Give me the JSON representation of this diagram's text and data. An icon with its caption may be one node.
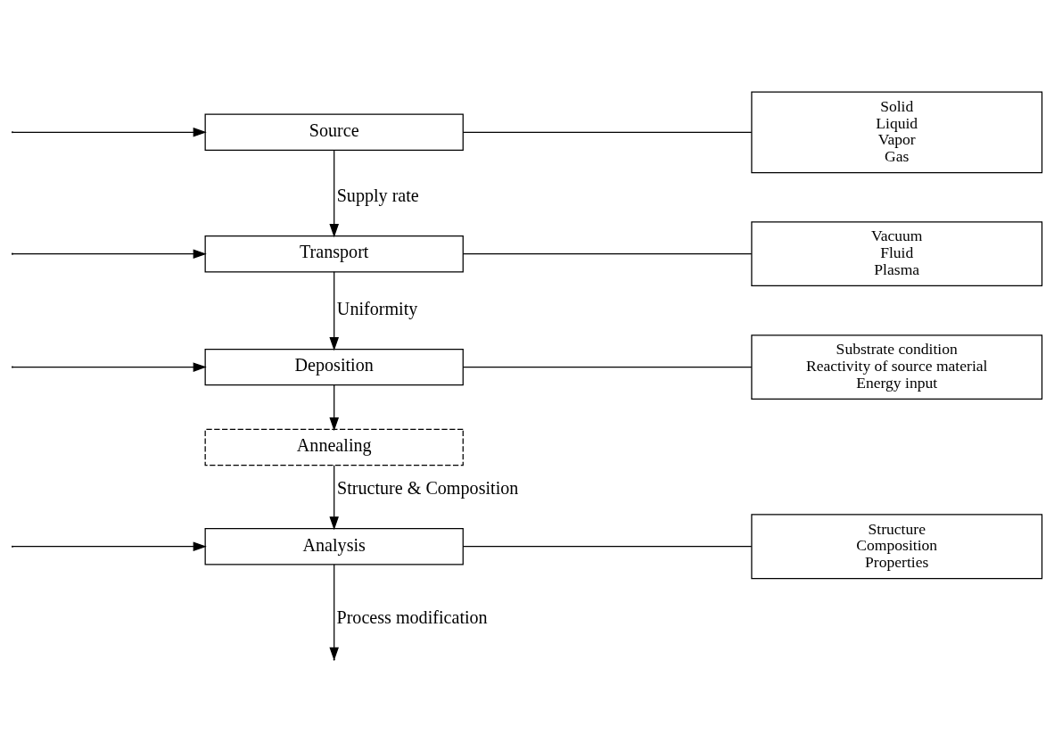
{
  "diagram": {
    "nodes": [
      {
        "text": [
          "Source"
        ]
      },
      {
        "text": [
          "Solid",
          "Liquid",
          "Vapor",
          "Gas"
        ]
      },
      {
        "text": [
          "Transport"
        ]
      },
      {
        "text": [
          "Vacuum",
          "Fluid",
          "Plasma"
        ]
      },
      {
        "text": [
          "Deposition"
        ]
      },
      {
        "text": [
          "Substrate condition",
          "Reactivity of source material",
          "Energy input"
        ]
      },
      {
        "text": [
          "Annealing"
        ]
      },
      {
        "text": [
          "Analysis"
        ]
      },
      {
        "text": [
          "Structure",
          "Composition",
          "Properties"
        ]
      }
    ],
    "edges": [
      {
        "from": null,
        "to": 0,
        "arrow": "to"
      },
      {
        "from": null,
        "to": 2,
        "arrow": "to"
      },
      {
        "from": null,
        "to": 4,
        "arrow": "to"
      },
      {
        "from": null,
        "to": 7,
        "arrow": "to"
      },
      {
        "from": 0,
        "to": 2,
        "arrow": "to",
        "label": "Supply rate"
      },
      {
        "from": 2,
        "to": 4,
        "arrow": "to",
        "label": "Uniformity"
      },
      {
        "from": 4,
        "to": 6,
        "arrow": "to"
      },
      {
        "from": 6,
        "to": 7,
        "arrow": "to",
        "label": "Structure & Composition"
      },
      {
        "from": 7,
        "to": null,
        "arrow": "to",
        "label": "Process modification"
      },
      {
        "from": 0,
        "to": 1,
        "arrow": "none"
      },
      {
        "from": 2,
        "to": 3,
        "arrow": "none"
      },
      {
        "from": 4,
        "to": 5,
        "arrow": "none"
      },
      {
        "from": 7,
        "to": 8,
        "arrow": "none"
      }
    ]
  }
}
